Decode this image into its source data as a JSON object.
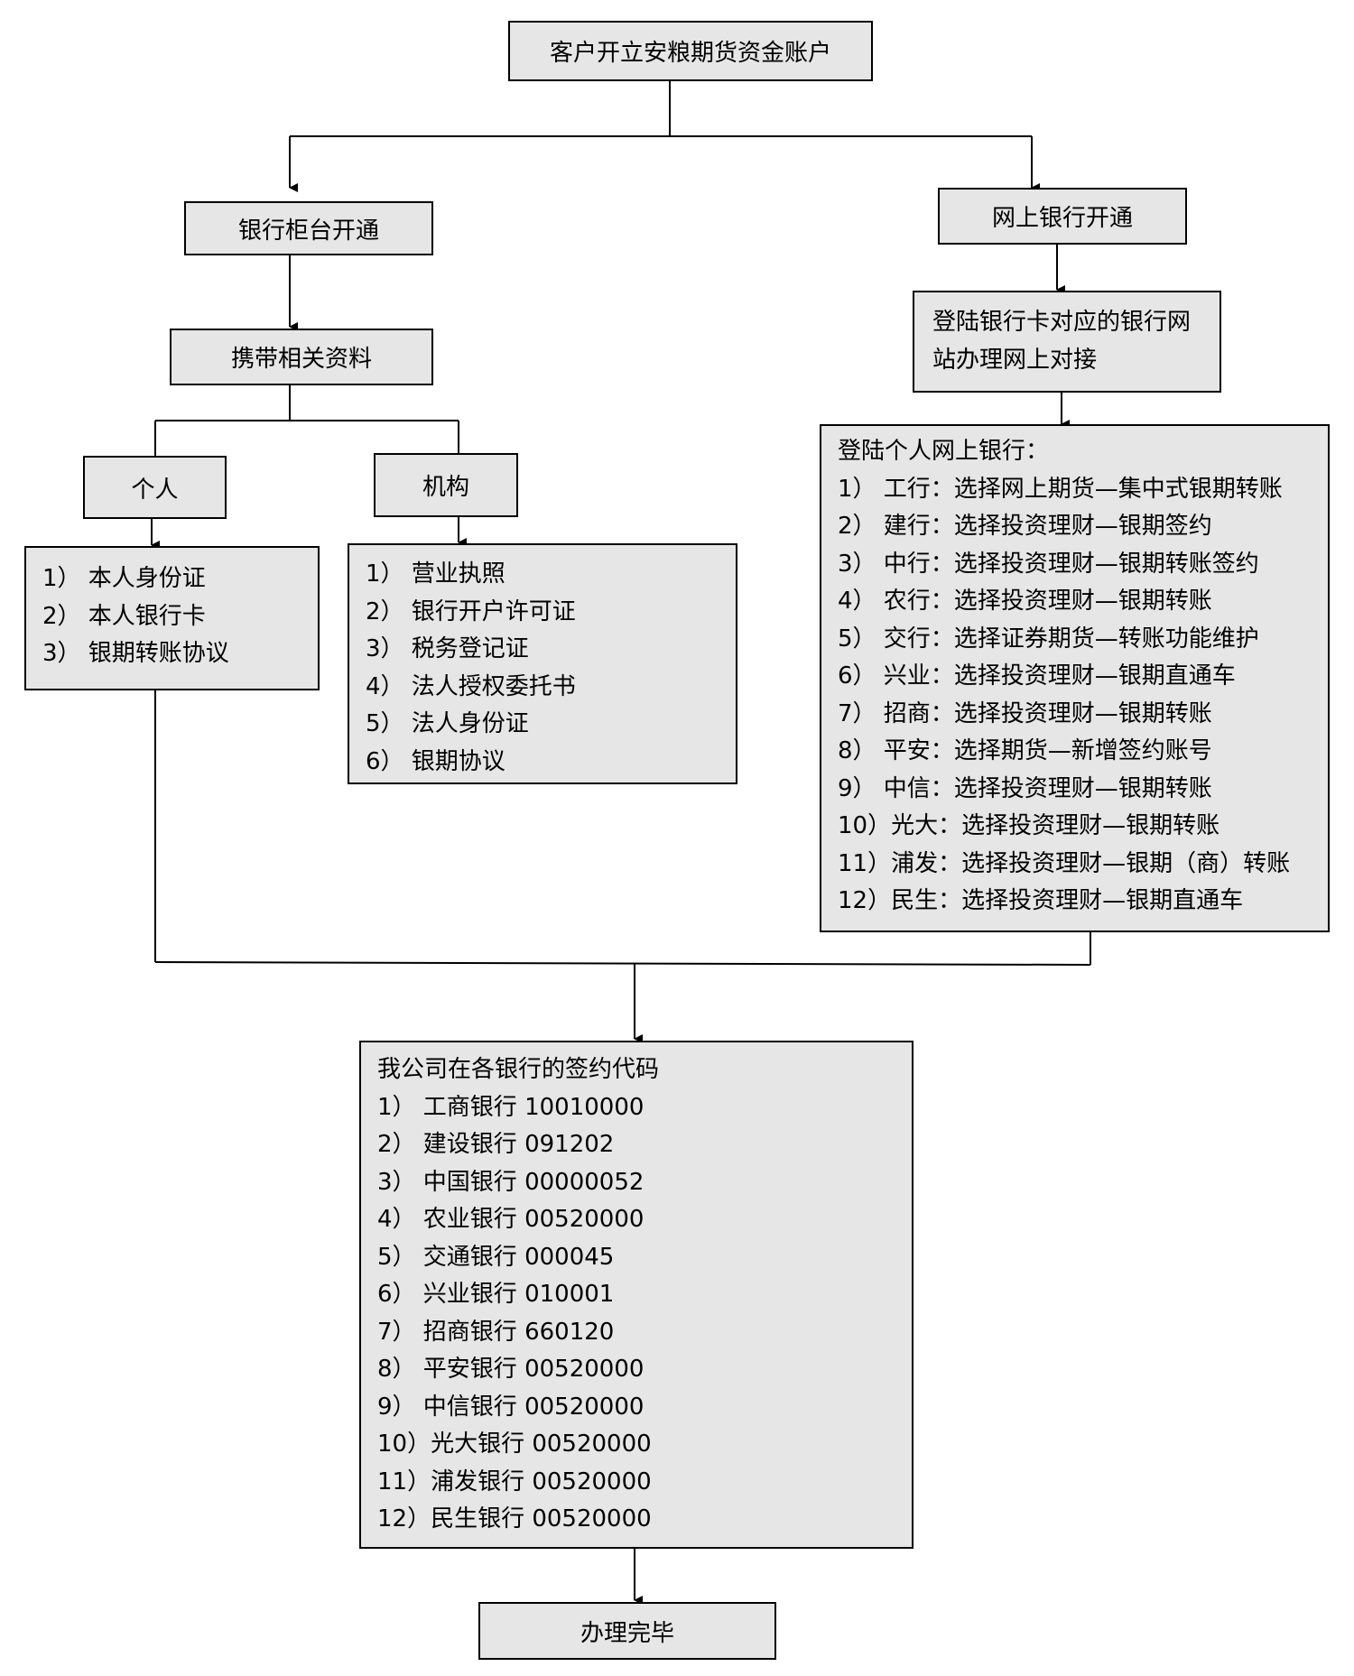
{
  "nodes": {
    "start": "客户开立安粮期货资金账户",
    "counter": "银行柜台开通",
    "online": "网上银行开通",
    "materials": "携带相关资料",
    "login_site": "登陆银行卡对应的银行网站办理网上对接",
    "personal": "个人",
    "institution": "机构",
    "done": "办理完毕"
  },
  "personal_docs": [
    "1） 本人身份证",
    "2） 本人银行卡",
    "3） 银期转账协议"
  ],
  "institution_docs": [
    "1） 营业执照",
    "2） 银行开户许可证",
    "3） 税务登记证",
    "4） 法人授权委托书",
    "5） 法人身份证",
    "6） 银期协议"
  ],
  "online_banking": {
    "title": "登陆个人网上银行：",
    "items": [
      "1） 工行：选择网上期货—集中式银期转账",
      "2） 建行：选择投资理财—银期签约",
      "3） 中行：选择投资理财—银期转账签约",
      "4） 农行：选择投资理财—银期转账",
      "5） 交行：选择证券期货—转账功能维护",
      "6） 兴业：选择投资理财—银期直通车",
      "7） 招商：选择投资理财—银期转账",
      "8） 平安：选择期货—新增签约账号",
      "9） 中信：选择投资理财—银期转账",
      "10）光大：选择投资理财—银期转账",
      "11）浦发：选择投资理财—银期（商）转账",
      "12）民生：选择投资理财—银期直通车"
    ]
  },
  "codes": {
    "title": "我公司在各银行的签约代码",
    "items": [
      "1） 工商银行 10010000",
      "2） 建设银行 091202",
      "3） 中国银行 00000052",
      "4） 农业银行 00520000",
      "5） 交通银行 000045",
      "6） 兴业银行 010001",
      "7） 招商银行  660120",
      "8） 平安银行  00520000",
      "9） 中信银行  00520000",
      "10）光大银行  00520000",
      "11）浦发银行  00520000",
      "12）民生银行  00520000"
    ]
  }
}
